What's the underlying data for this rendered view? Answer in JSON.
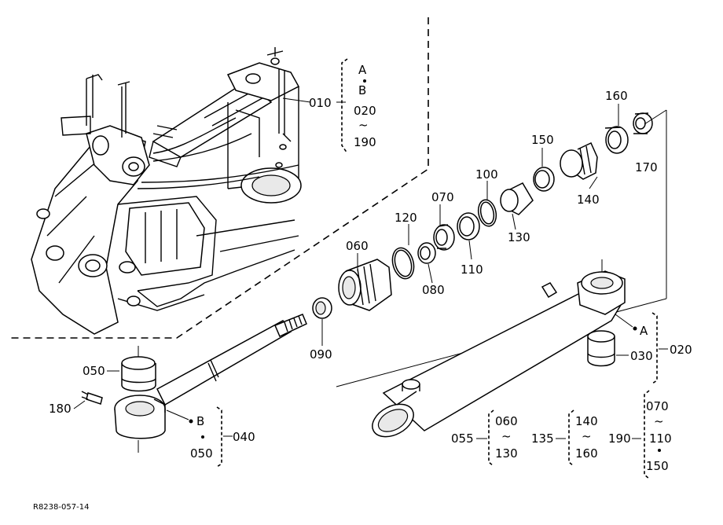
{
  "doc_code": "R8238-057-14",
  "callouts": {
    "c010": "010",
    "bracket_a": "A",
    "bracket_b": "B",
    "c020_top": "020",
    "tilde": "~",
    "c190_top": "190",
    "c160": "160",
    "c150": "150",
    "c100": "100",
    "c170": "170",
    "c070_mid": "070",
    "c140_mid": "140",
    "c120": "120",
    "c130_mid": "130",
    "c060_mid": "060",
    "c110_mid": "110",
    "c080": "080",
    "c090": "090",
    "ref_a": "A",
    "c030": "030",
    "c020": "020",
    "c050_top": "050",
    "c180": "180",
    "ref_b": "B",
    "c050_bottom": "050",
    "c040": "040",
    "c055": "055",
    "g055_top": "060",
    "g055_bottom": "130",
    "c135": "135",
    "g135_top": "140",
    "g135_bottom": "160",
    "c190": "190",
    "g190_top": "070",
    "g190_mid": "110",
    "g190_bottom": "150"
  }
}
